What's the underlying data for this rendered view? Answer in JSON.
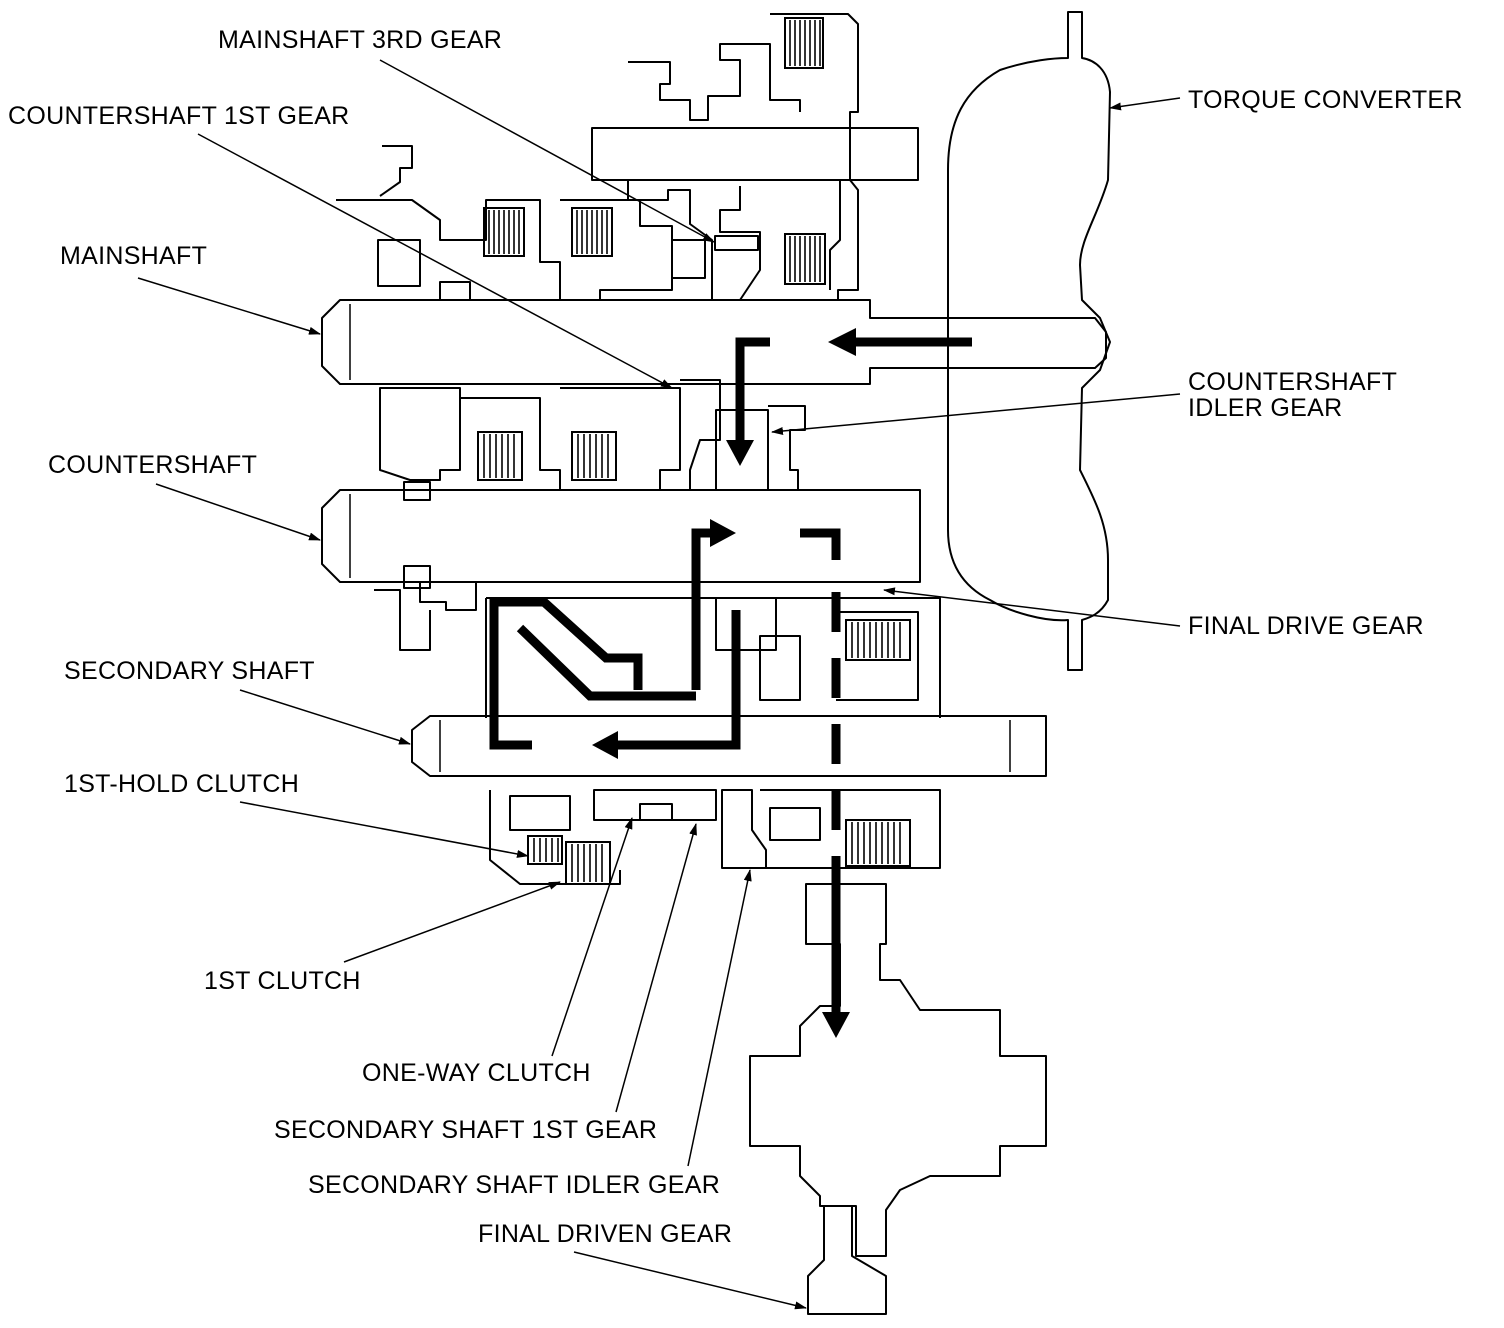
{
  "labels": {
    "mainshaft_3rd_gear": "MAINSHAFT 3RD GEAR",
    "countershaft_1st_gear": "COUNTERSHAFT 1ST GEAR",
    "mainshaft": "MAINSHAFT",
    "countershaft": "COUNTERSHAFT",
    "secondary_shaft": "SECONDARY SHAFT",
    "first_hold_clutch": "1ST-HOLD CLUTCH",
    "first_clutch": "1ST CLUTCH",
    "one_way_clutch": "ONE-WAY CLUTCH",
    "secondary_shaft_1st_gear": "SECONDARY SHAFT 1ST GEAR",
    "secondary_shaft_idler_gear": "SECONDARY SHAFT IDLER GEAR",
    "final_driven_gear": "FINAL DRIVEN GEAR",
    "torque_converter": "TORQUE CONVERTER",
    "countershaft_idler_gear_line1": "COUNTERSHAFT",
    "countershaft_idler_gear_line2": "IDLER GEAR",
    "final_drive_gear": "FINAL DRIVE GEAR"
  },
  "colors": {
    "line": "#000000",
    "background": "#ffffff"
  }
}
